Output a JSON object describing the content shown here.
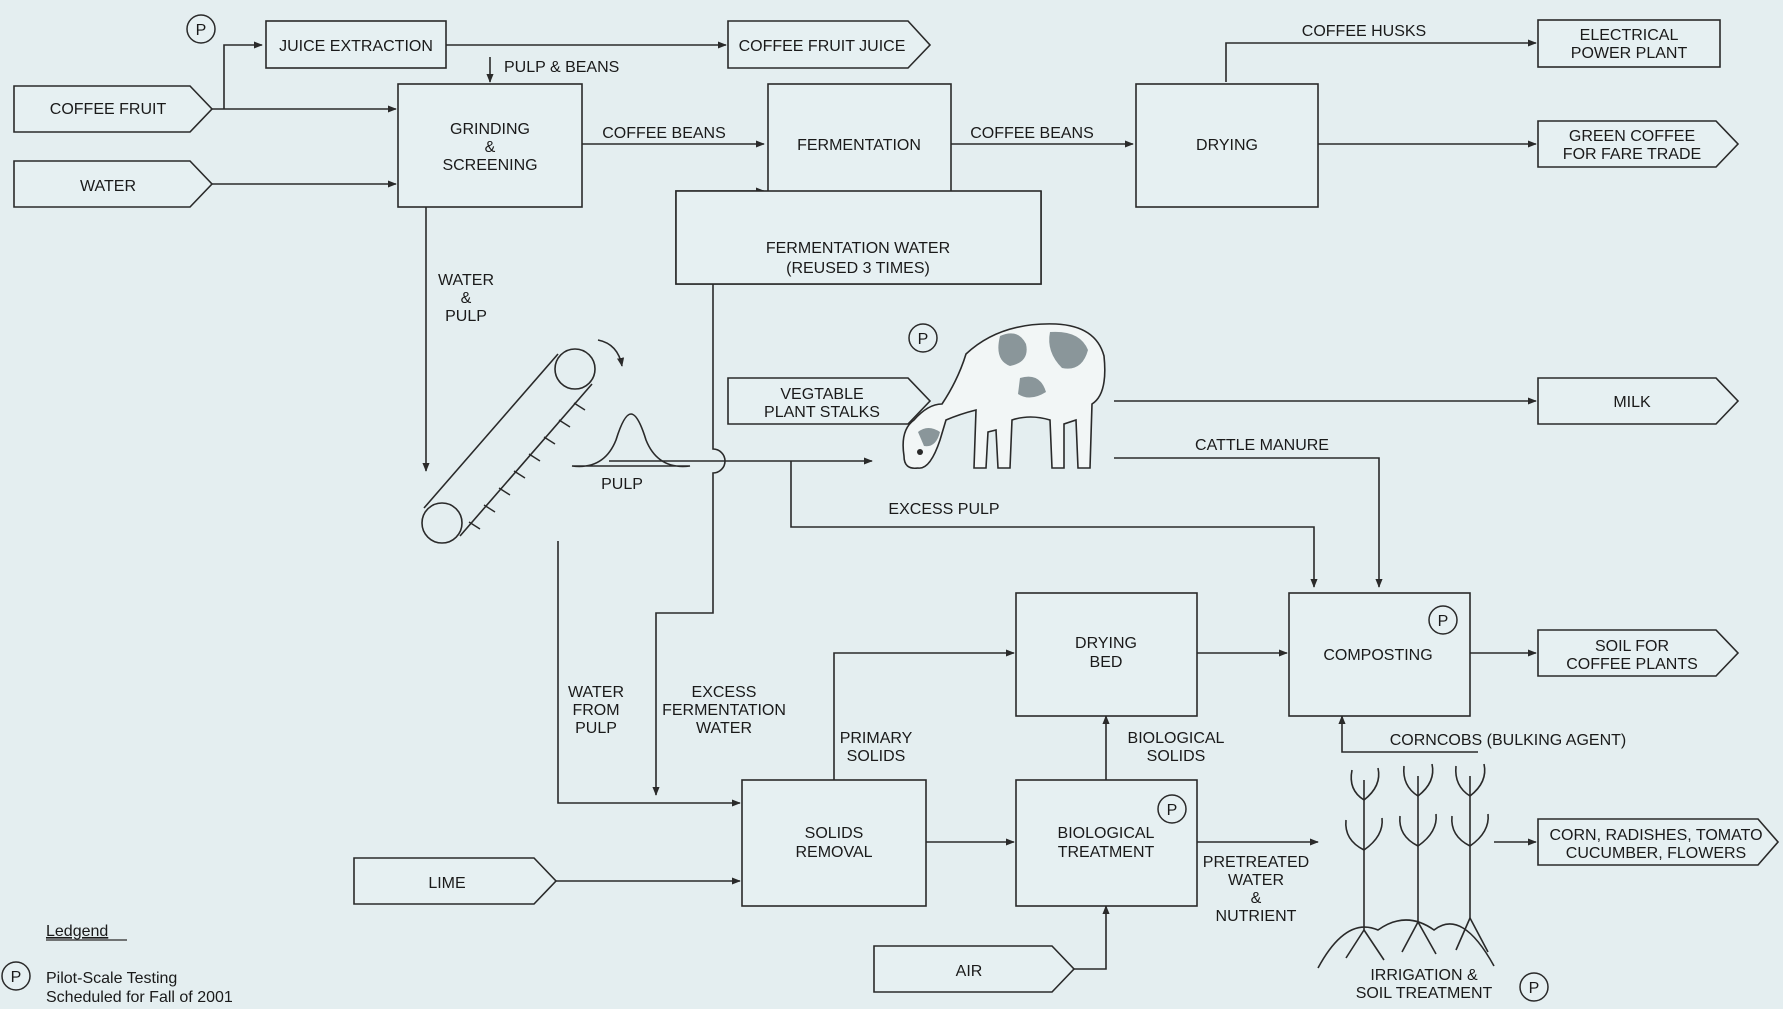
{
  "nodes": {
    "coffee_fruit": "COFFEE FRUIT",
    "water": "WATER",
    "juice_extraction": "JUICE EXTRACTION",
    "coffee_fruit_juice": "COFFEE FRUIT JUICE",
    "grinding": [
      "GRINDING",
      "&",
      "SCREENING"
    ],
    "fermentation": "FERMENTATION",
    "drying": "DRYING",
    "electrical": [
      "ELECTRICAL",
      "POWER PLANT"
    ],
    "green_coffee": [
      "GREEN COFFEE",
      "FOR FARE TRADE"
    ],
    "fermentation_water": [
      "FERMENTATION WATER",
      "(REUSED 3 TIMES)"
    ],
    "veg_stalks": [
      "VEGTABLE",
      "PLANT STALKS"
    ],
    "milk": "MILK",
    "drying_bed": [
      "DRYING",
      "BED"
    ],
    "composting": "COMPOSTING",
    "soil": [
      "SOIL FOR",
      "COFFEE PLANTS"
    ],
    "solids_removal": [
      "SOLIDS",
      "REMOVAL"
    ],
    "bio_treatment": [
      "BIOLOGICAL",
      "TREATMENT"
    ],
    "lime": "LIME",
    "air": "AIR",
    "corn": [
      "CORN, RADISHES, TOMATO",
      "CUCUMBER, FLOWERS"
    ]
  },
  "labels": {
    "pulp_beans": "PULP & BEANS",
    "coffee_beans_1": "COFFEE BEANS",
    "coffee_beans_2": "COFFEE BEANS",
    "coffee_husks": "COFFEE HUSKS",
    "water_pulp": [
      "WATER",
      "&",
      "PULP"
    ],
    "pulp": "PULP",
    "cattle_manure": "CATTLE MANURE",
    "excess_pulp": "EXCESS PULP",
    "water_from_pulp": [
      "WATER",
      "FROM",
      "PULP"
    ],
    "excess_ferm_water": [
      "EXCESS",
      "FERMENTATION",
      "WATER"
    ],
    "primary_solids": [
      "PRIMARY",
      "SOLIDS"
    ],
    "bio_solids": [
      "BIOLOGICAL",
      "SOLIDS"
    ],
    "corncobs": "CORNCOBS (BULKING AGENT)",
    "pretreated": [
      "PRETREATED",
      "WATER",
      "&",
      "NUTRIENT"
    ],
    "irrigation": [
      "IRRIGATION &",
      "SOIL TREATMENT"
    ]
  },
  "legend": {
    "title": "Ledgend",
    "symbol": "P",
    "text": [
      "Pilot-Scale Testing",
      "Scheduled for Fall of 2001"
    ]
  },
  "pilot_symbol": "P",
  "colors": {
    "background": "#e4eef0",
    "line": "#2a2a2a",
    "text": "#1a1a1a"
  }
}
